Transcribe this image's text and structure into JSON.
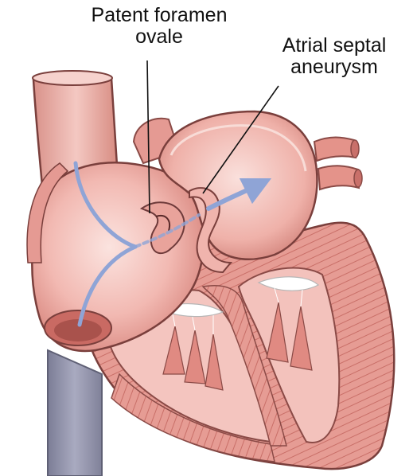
{
  "labels": {
    "pfo_line1": "Patent foramen",
    "pfo_line2": "ovale",
    "asa_line1": "Atrial septal",
    "asa_line2": "aneurysm"
  },
  "colors": {
    "background": "#ffffff",
    "heart_light": "#f5c5c0",
    "heart_mid": "#e8a49c",
    "heart_dark": "#c9706a",
    "wall_cut": "#e59a93",
    "vessel": "#9a9bb2",
    "flow_arrow": "#8fa4d6",
    "outline": "#6e3a3a"
  },
  "icons": [
    "blood-flow-arrow"
  ]
}
